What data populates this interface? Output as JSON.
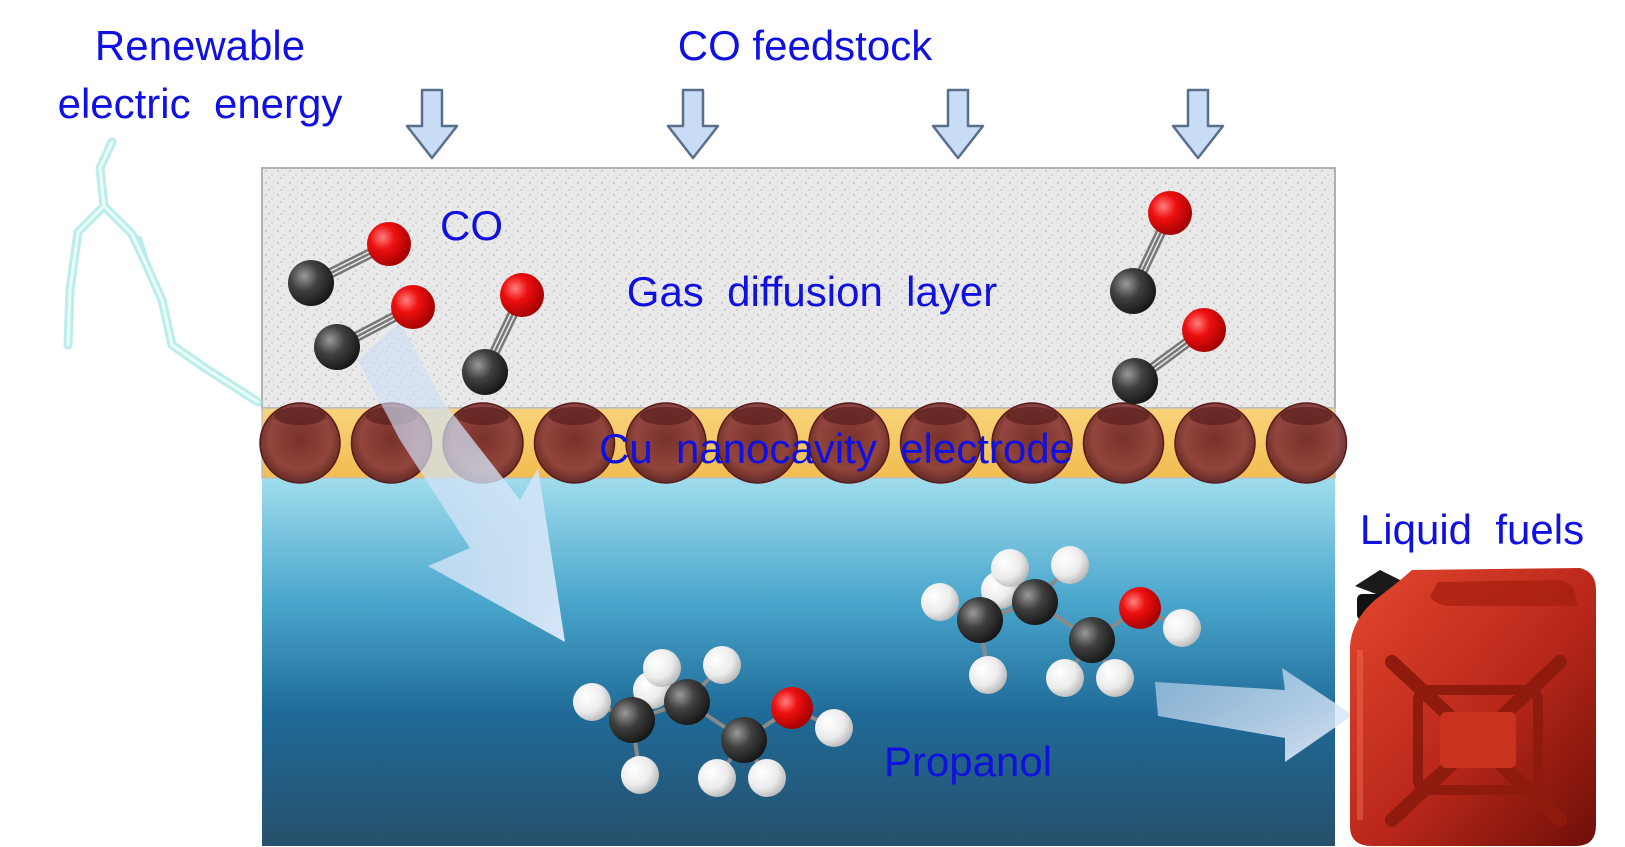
{
  "labels": {
    "energy_line1": "Renewable",
    "energy_line2": "electric  energy",
    "feedstock": "CO feedstock",
    "co": "CO",
    "gdl": "Gas  diffusion  layer",
    "electrode": "Cu  nanocavity  electrode",
    "propanol": "Propanol",
    "fuels": "Liquid  fuels"
  },
  "colors": {
    "text": "#1010e0",
    "gdl": "#e6e6e6",
    "electrode_band": "#f5c862",
    "cavity": "#7a2a2a",
    "electrolyte_top": "#9fdcec",
    "electrolyte_bottom": "#174a70",
    "oxygen": "#e00000",
    "carbon": "#3a3a3a",
    "hydrogen": "#f2f2f2",
    "fuel_can": "#c0291d",
    "flow_arrow": "#c7dcf5"
  }
}
